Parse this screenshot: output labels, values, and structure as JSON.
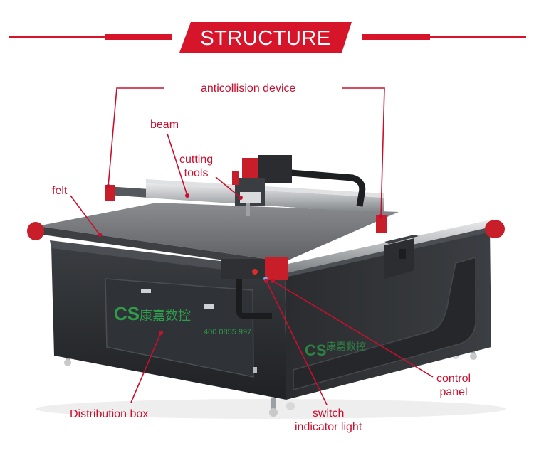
{
  "banner": {
    "title": "STRUCTURE",
    "color": "#d7152a"
  },
  "labels": {
    "anticollision": "anticollision device",
    "beam": "beam",
    "cutting_tools": "cutting\ntools",
    "felt": "felt",
    "control_panel": "control\npanel",
    "distribution_box": "Distribution box",
    "switch_light": "switch\nindicator light"
  },
  "machine_text": {
    "brand_logo": "CS",
    "brand_cn": "康嘉数控",
    "phone": "400 0855 997"
  },
  "colors": {
    "accent": "#c8102e",
    "machine_body": "#2b2d30",
    "felt": "#6e7074",
    "red_parts": "#c81e2a"
  }
}
